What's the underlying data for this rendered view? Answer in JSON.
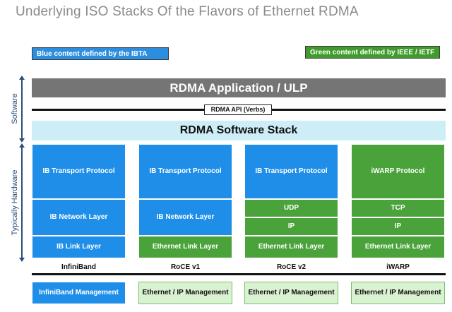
{
  "title": "Underlying ISO Stacks Of the Flavors of Ethernet RDMA",
  "legend": {
    "blue": "Blue content defined by the IBTA",
    "green": "Green content defined by IEEE / IETF"
  },
  "axis": {
    "software": "Software",
    "hardware": "Typically Hardware"
  },
  "layers": {
    "application": "RDMA Application / ULP",
    "api": "RDMA API (Verbs)",
    "software_stack": "RDMA Software Stack"
  },
  "columns": [
    {
      "name": "InfiniBand",
      "transport": "IB Transport Protocol",
      "network": "IB Network Layer",
      "link": "IB Link Layer",
      "management": "InfiniBand Management"
    },
    {
      "name": "RoCE v1",
      "transport": "IB Transport Protocol",
      "network": "IB Network Layer",
      "link": "Ethernet Link Layer",
      "management": "Ethernet / IP Management"
    },
    {
      "name": "RoCE v2",
      "transport": "IB Transport Protocol",
      "udp": "UDP",
      "ip": "IP",
      "link": "Ethernet Link Layer",
      "management": "Ethernet / IP Management"
    },
    {
      "name": "iWARP",
      "transport": "iWARP Protocol",
      "tcp": "TCP",
      "ip": "IP",
      "link": "Ethernet Link Layer",
      "management": "Ethernet / IP Management"
    }
  ],
  "colors": {
    "ibta_blue": "#1f8ee8",
    "ieee_green": "#4aa33a",
    "management_green": "#d9f2d2",
    "application_gray": "#757575",
    "software_stack": "#cdeef7"
  }
}
